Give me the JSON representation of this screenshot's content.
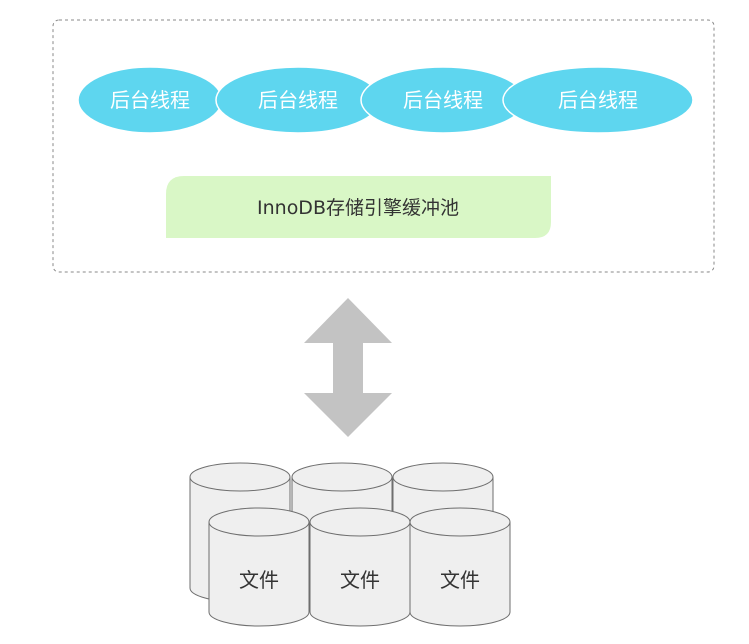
{
  "colors": {
    "thread_fill": "#5ed6ef",
    "thread_text": "#ffffff",
    "pool_fill": "#d9f7c6",
    "pool_text": "#333333",
    "arrow_fill": "#c3c3c3",
    "cylinder_fill": "#efefef",
    "cylinder_stroke": "#6e6e6e",
    "file_text": "#333333",
    "container_border": "#8a8a8a"
  },
  "threads": [
    {
      "label": "后台线程"
    },
    {
      "label": "后台线程"
    },
    {
      "label": "后台线程"
    },
    {
      "label": "后台线程"
    }
  ],
  "buffer_pool": {
    "label": "InnoDB存储引擎缓冲池"
  },
  "arrow": {
    "icon": "double-vertical-arrow"
  },
  "storage": {
    "back_row": [
      {
        "label": ""
      },
      {
        "label": ""
      },
      {
        "label": ""
      }
    ],
    "front_row": [
      {
        "label": "文件"
      },
      {
        "label": "文件"
      },
      {
        "label": "文件"
      }
    ]
  }
}
